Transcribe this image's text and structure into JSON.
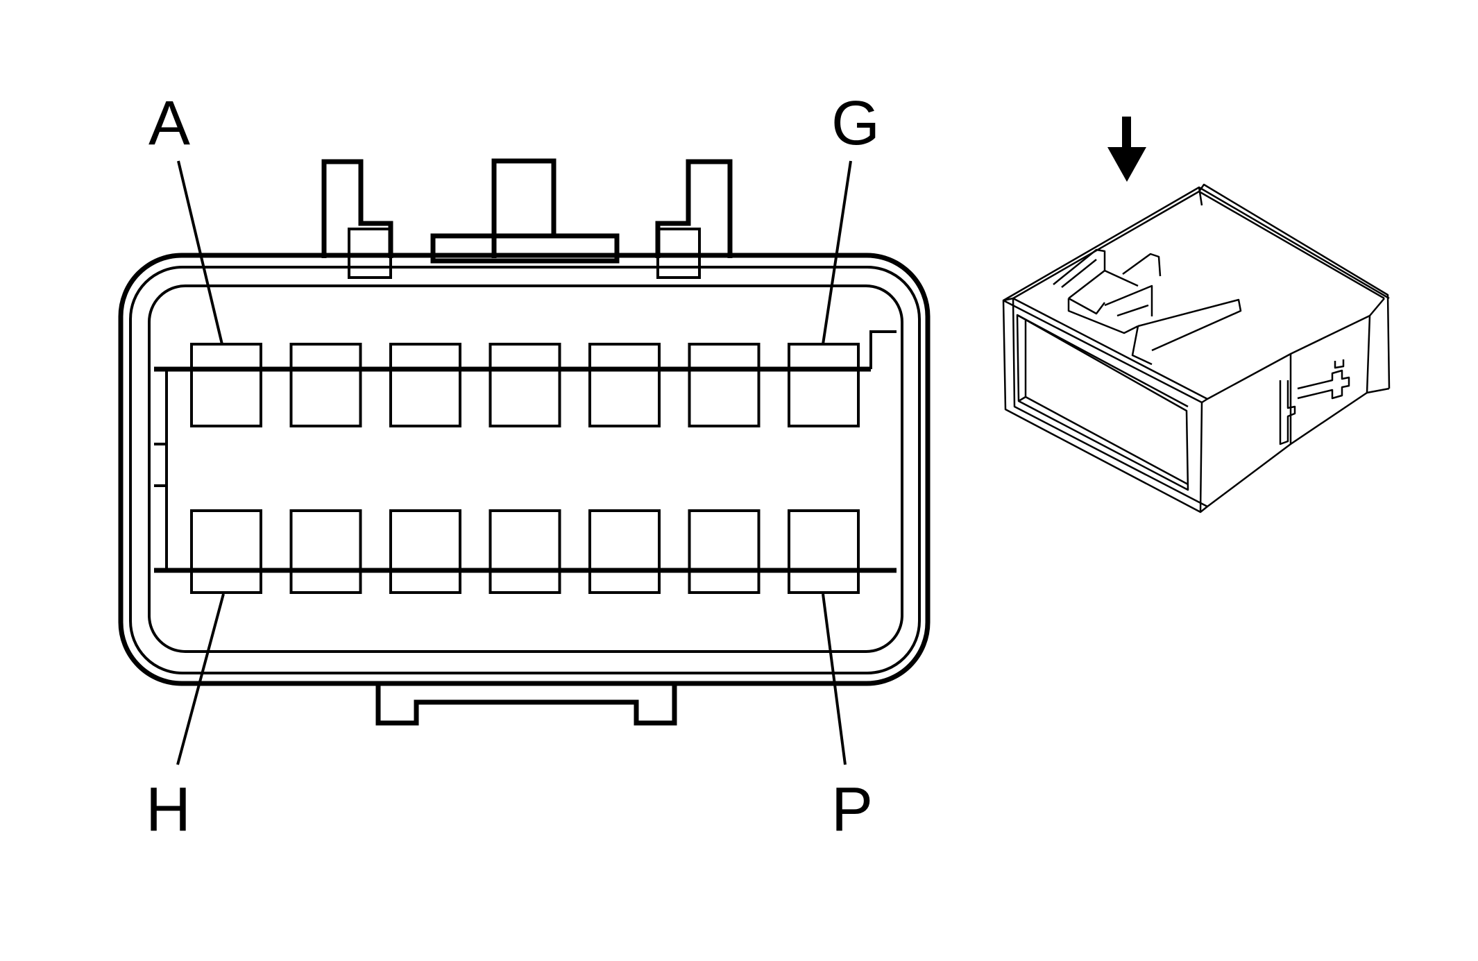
{
  "diagram": {
    "pin_labels": {
      "top_left": "A",
      "top_right": "G",
      "bottom_left": "H",
      "bottom_right": "P"
    },
    "rows": 2,
    "cavities_per_row": 7,
    "colors": {
      "line": "#000000",
      "background": "#ffffff"
    }
  }
}
